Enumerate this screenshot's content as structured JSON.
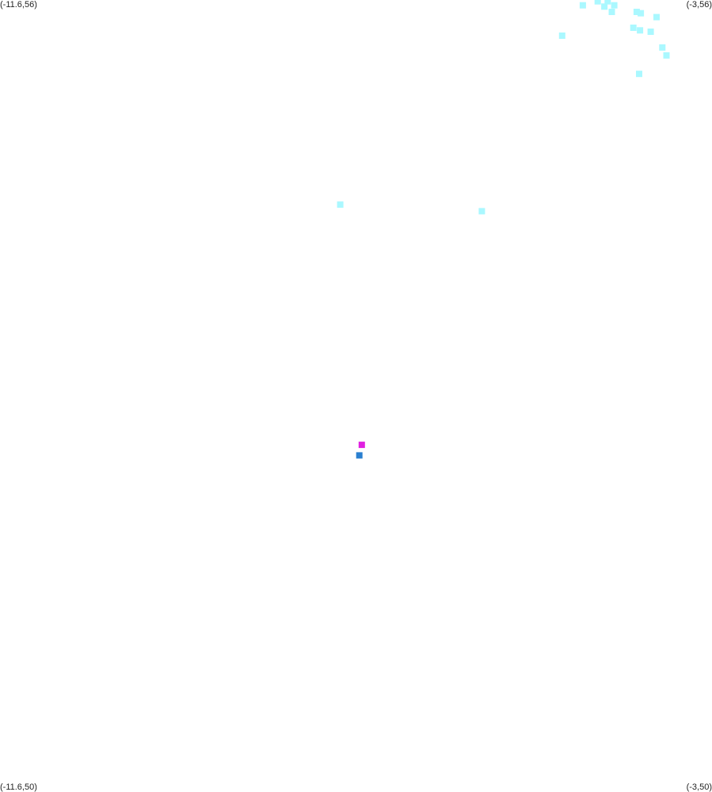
{
  "map": {
    "corner_labels": {
      "top_left": "(-11.6,56)",
      "top_right": "(-3,56)",
      "bottom_left": "(-11.6,50)",
      "bottom_right": "(-3,50)"
    },
    "extent": {
      "lon_min": -11.6,
      "lon_max": -3,
      "lat_min": 50,
      "lat_max": 56
    },
    "colors": {
      "cyan": "#aaf8ff",
      "blue": "#2a7fd0",
      "magenta": "#e020e0"
    },
    "cells": [
      {
        "lon": -4.38,
        "lat": 55.99,
        "color": "cyan"
      },
      {
        "lon": -4.26,
        "lat": 55.99,
        "color": "cyan"
      },
      {
        "lon": -4.56,
        "lat": 55.96,
        "color": "cyan"
      },
      {
        "lon": -4.18,
        "lat": 55.96,
        "color": "cyan"
      },
      {
        "lon": -4.3,
        "lat": 55.95,
        "color": "cyan"
      },
      {
        "lon": -4.21,
        "lat": 55.91,
        "color": "cyan"
      },
      {
        "lon": -3.91,
        "lat": 55.91,
        "color": "cyan"
      },
      {
        "lon": -3.86,
        "lat": 55.9,
        "color": "cyan"
      },
      {
        "lon": -3.95,
        "lat": 55.79,
        "color": "cyan"
      },
      {
        "lon": -3.87,
        "lat": 55.77,
        "color": "cyan"
      },
      {
        "lon": -4.81,
        "lat": 55.73,
        "color": "cyan"
      },
      {
        "lon": -3.74,
        "lat": 55.76,
        "color": "cyan"
      },
      {
        "lon": -3.67,
        "lat": 55.87,
        "color": "cyan"
      },
      {
        "lon": -3.6,
        "lat": 55.64,
        "color": "cyan"
      },
      {
        "lon": -3.55,
        "lat": 55.58,
        "color": "cyan"
      },
      {
        "lon": -3.88,
        "lat": 55.44,
        "color": "cyan"
      },
      {
        "lon": -7.49,
        "lat": 54.45,
        "color": "cyan"
      },
      {
        "lon": -5.78,
        "lat": 54.4,
        "color": "cyan"
      },
      {
        "lon": -7.23,
        "lat": 52.63,
        "color": "magenta"
      },
      {
        "lon": -7.26,
        "lat": 52.55,
        "color": "blue"
      }
    ]
  }
}
